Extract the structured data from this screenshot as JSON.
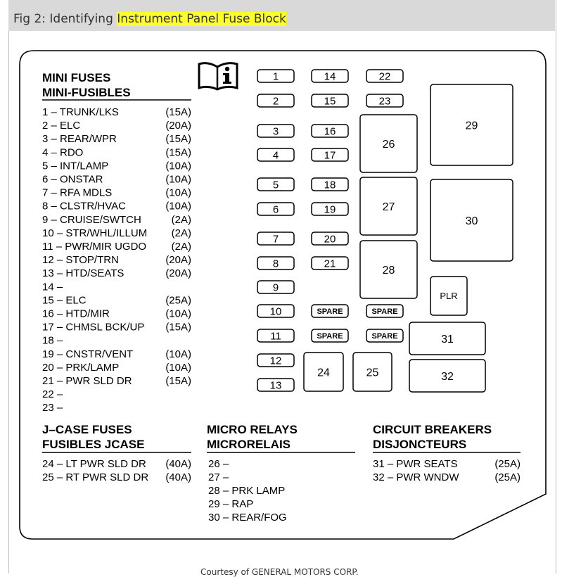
{
  "caption": {
    "prefix": "Fig 2: Identifying ",
    "highlight": "Instrument Panel Fuse Block"
  },
  "courtesy": "Courtesy of GENERAL MOTORS CORP.",
  "colors": {
    "highlight": "#ffff2e",
    "caption_bar": "#d9d9d9"
  },
  "icon": "owner-manual-info-icon",
  "mini_fuses": {
    "title1": "MINI FUSES",
    "title2": "MINI-FUSIBLES",
    "items": [
      {
        "label": "1 – TRUNK/LKS",
        "amp": "(15A)"
      },
      {
        "label": "2 – ELC",
        "amp": "(20A)"
      },
      {
        "label": "3 – REAR/WPR",
        "amp": "(15A)"
      },
      {
        "label": "4 – RDO",
        "amp": "(15A)"
      },
      {
        "label": "5 – INT/LAMP",
        "amp": "(10A)"
      },
      {
        "label": "6 – ONSTAR",
        "amp": "(10A)"
      },
      {
        "label": "7 – RFA MDLS",
        "amp": "(10A)"
      },
      {
        "label": "8 – CLSTR/HVAC",
        "amp": "(10A)"
      },
      {
        "label": "9 – CRUISE/SWTCH",
        "amp": "(2A)"
      },
      {
        "label": "10 – STR/WHL/ILLUM",
        "amp": "(2A)"
      },
      {
        "label": "11 – PWR/MIR UGDO",
        "amp": "(2A)"
      },
      {
        "label": "12 – STOP/TRN",
        "amp": "(20A)"
      },
      {
        "label": "13 – HTD/SEATS",
        "amp": "(20A)"
      },
      {
        "label": "14 –",
        "amp": ""
      },
      {
        "label": "15 – ELC",
        "amp": "(25A)"
      },
      {
        "label": "16 – HTD/MIR",
        "amp": "(10A)"
      },
      {
        "label": "17 – CHMSL BCK/UP",
        "amp": "(15A)"
      },
      {
        "label": "18 –",
        "amp": ""
      },
      {
        "label": "19 – CNSTR/VENT",
        "amp": "(10A)"
      },
      {
        "label": "20 – PRK/LAMP",
        "amp": "(10A)"
      },
      {
        "label": "21 – PWR SLD DR",
        "amp": "(15A)"
      },
      {
        "label": "22 –",
        "amp": ""
      },
      {
        "label": "23 –",
        "amp": ""
      }
    ]
  },
  "jcase_fuses": {
    "title1": "J–CASE FUSES",
    "title2": "FUSIBLES JCASE",
    "items": [
      {
        "label": "24 – LT PWR SLD DR",
        "amp": "(40A)"
      },
      {
        "label": "25 – RT PWR SLD DR",
        "amp": "(40A)"
      }
    ]
  },
  "micro_relays": {
    "title1": "MICRO RELAYS",
    "title2": "MICRORELAIS",
    "items": [
      {
        "label": "26 –"
      },
      {
        "label": "27 –"
      },
      {
        "label": "28 – PRK LAMP"
      },
      {
        "label": "29 – RAP"
      },
      {
        "label": "30 – REAR/FOG"
      }
    ]
  },
  "circuit_breakers": {
    "title1": "CIRCUIT BREAKERS",
    "title2": "DISJONCTEURS",
    "items": [
      {
        "label": "31 – PWR SEATS",
        "amp": "(25A)"
      },
      {
        "label": "32 – PWR WNDW",
        "amp": "(25A)"
      }
    ]
  },
  "slots": {
    "mini": [
      "1",
      "2",
      "3",
      "4",
      "5",
      "6",
      "7",
      "8",
      "9",
      "10",
      "11",
      "12",
      "13",
      "14",
      "15",
      "16",
      "17",
      "18",
      "19",
      "20",
      "21",
      "22",
      "23"
    ],
    "spare": [
      "SPARE",
      "SPARE",
      "SPARE",
      "SPARE",
      "SPARE"
    ],
    "large": [
      "24",
      "25",
      "26",
      "27",
      "28",
      "29",
      "30",
      "31",
      "32",
      "PLR"
    ]
  }
}
